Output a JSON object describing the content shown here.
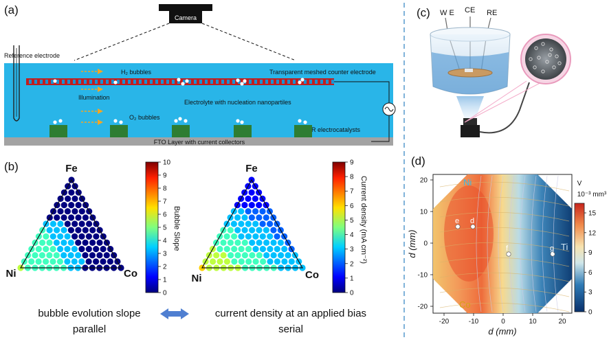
{
  "panels": {
    "a": {
      "label": "(a)",
      "camera": "Camera",
      "reference_electrode": "Reference electrode",
      "h2_bubbles": "H₂ bubbles",
      "counter_electrode": "Transparent meshed counter electrode",
      "illumination": "Illumination",
      "electrolyte": "Electrolyte with nucleation nanopartiles",
      "o2_bubbles": "O₂ bubbles",
      "oer": "OER electrocatalysts",
      "fto": "FTO Layer with current collectors"
    },
    "b": {
      "label": "(b)",
      "left": {
        "top": "Fe",
        "left": "Ni",
        "right": "Co",
        "colorbar_title": "Bubble Slope",
        "ticks": [
          "0",
          "1",
          "2",
          "3",
          "4",
          "5",
          "6",
          "7",
          "8",
          "9",
          "10"
        ]
      },
      "right": {
        "top": "Fe",
        "left": "Ni",
        "right": "Co",
        "colorbar_title": "Current density (mA cm⁻²)",
        "ticks": [
          "0",
          "1",
          "2",
          "3",
          "4",
          "5",
          "6",
          "7",
          "8",
          "9"
        ]
      },
      "caption_left_1": "bubble evolution slope",
      "caption_left_2": "parallel",
      "caption_right_1": "current density at an applied bias",
      "caption_right_2": "serial"
    },
    "c": {
      "label": "(c)",
      "we": "W E",
      "ce": "CE",
      "re": "RE"
    },
    "d": {
      "label": "(d)",
      "ylabel": "d (mm)",
      "xlabel": "d (mm)",
      "ni": "Ni",
      "co": "Co",
      "ti": "Ti",
      "colorbar_title_1": "V",
      "colorbar_title_2": "10⁻³ mm³",
      "xticks": [
        "-20",
        "-10",
        "0",
        "10",
        "20"
      ],
      "yticks": [
        "20",
        "10",
        "0",
        "-10",
        "-20"
      ],
      "cticks": [
        "15",
        "12",
        "9",
        "6",
        "3",
        "0"
      ],
      "points": [
        "e",
        "d",
        "f",
        "g"
      ]
    }
  },
  "colors": {
    "electrolyte": "#29b5e8",
    "mesh": "#c21e1e",
    "catalyst": "#2e7d32",
    "fto": "#9e9e9e",
    "arrow": "#f5a623",
    "divider": "#7fb2d9"
  }
}
